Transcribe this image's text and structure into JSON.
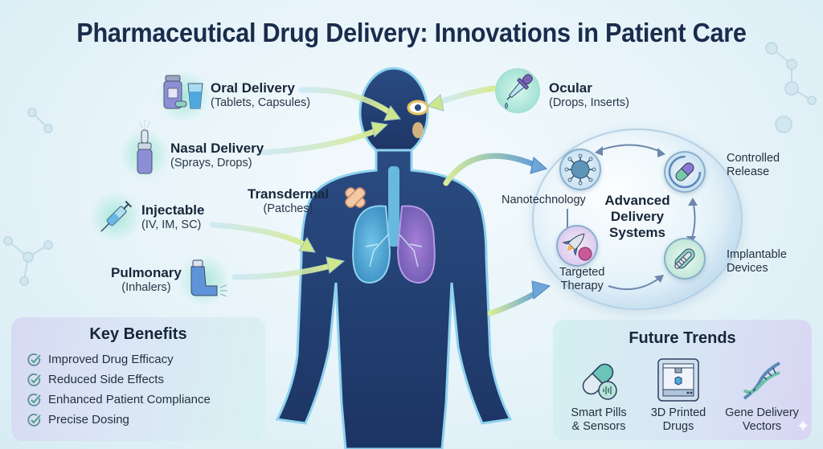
{
  "title": "Pharmaceutical Drug Delivery: Innovations in Patient Care",
  "routes": {
    "oral": {
      "title": "Oral Delivery",
      "sub": "(Tablets, Capsules)",
      "icon": "pill-bottle-and-glass-icon"
    },
    "nasal": {
      "title": "Nasal Delivery",
      "sub": "(Sprays, Drops)",
      "icon": "nasal-spray-icon"
    },
    "injectable": {
      "title": "Injectable",
      "sub": "(IV, IM, SC)",
      "icon": "syringe-icon"
    },
    "transdermal": {
      "title": "Transdermal",
      "sub": "(Patches)",
      "icon": "bandage-patch-icon"
    },
    "pulmonary": {
      "title": "Pulmonary",
      "sub": "(Inhalers)",
      "icon": "inhaler-icon"
    },
    "ocular": {
      "title": "Ocular",
      "sub": "(Drops, Inserts)",
      "icon": "eye-dropper-icon"
    }
  },
  "advanced": {
    "title_lines": [
      "Advanced",
      "Delivery",
      "Systems"
    ],
    "nodes": {
      "nanotechnology": "Nanotechnology",
      "controlled_release": [
        "Controlled",
        "Release"
      ],
      "implantable": [
        "Implantable",
        "Devices"
      ],
      "targeted": [
        "Targeted",
        "Therapy"
      ]
    }
  },
  "key_benefits": {
    "title": "Key Benefits",
    "items": [
      "Improved Drug Efficacy",
      "Reduced Side Effects",
      "Enhanced Patient Compliance",
      "Precise Dosing"
    ]
  },
  "future_trends": {
    "title": "Future Trends",
    "items": [
      {
        "lines": [
          "Smart Pills",
          "& Sensors"
        ],
        "icon": "smart-pill-sensor-icon"
      },
      {
        "lines": [
          "3D Printed",
          "Drugs"
        ],
        "icon": "3d-printer-icon"
      },
      {
        "lines": [
          "Gene Delivery",
          "Vectors"
        ],
        "icon": "dna-helix-icon"
      }
    ]
  },
  "colors": {
    "title": "#1a2c4c",
    "body": "#1f3a66",
    "body_glow": "#8fd3ee",
    "arrow_start": "#9fd9e6",
    "arrow_end": "#e3ef8a",
    "check": "#4f8f8a"
  }
}
